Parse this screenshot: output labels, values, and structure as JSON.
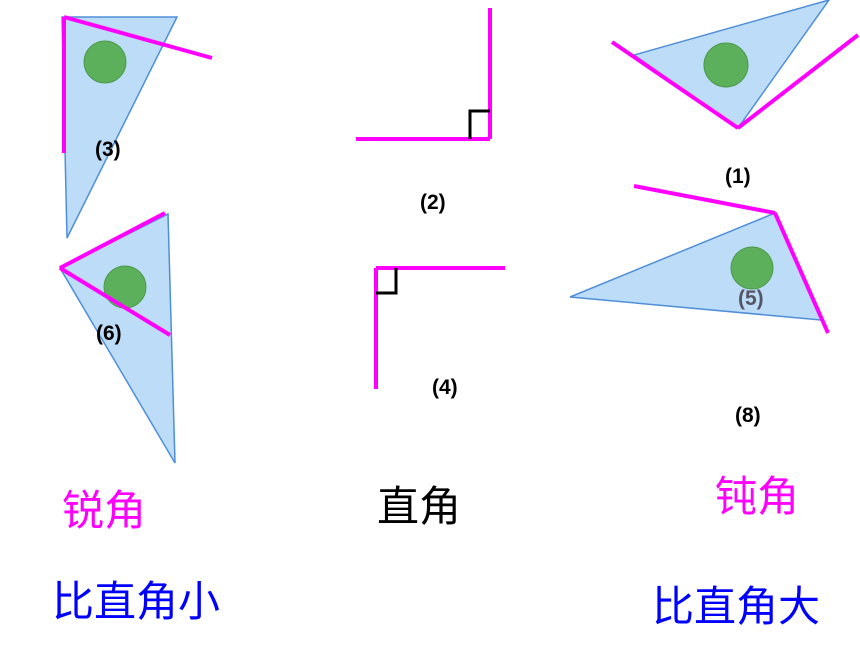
{
  "colors": {
    "ray": "#ff00ff",
    "triangle_fill": "#bcdcf8",
    "triangle_stroke": "#4f8fd8",
    "disc_fill": "#5cb05c",
    "right_angle_marker": "#000000",
    "acute_label": "#ff00ff",
    "right_label": "#000000",
    "obtuse_label": "#ff00ff",
    "caption": "#0000ff"
  },
  "angles": [
    {
      "id": "3",
      "label": "(3)",
      "kind": "acute"
    },
    {
      "id": "6",
      "label": "(6)",
      "kind": "acute"
    },
    {
      "id": "2",
      "label": "(2)",
      "kind": "right"
    },
    {
      "id": "4",
      "label": "(4)",
      "kind": "right"
    },
    {
      "id": "1",
      "label": "(1)",
      "kind": "obtuse"
    },
    {
      "id": "5",
      "label": "(5)",
      "kind": "obtuse"
    },
    {
      "id": "8",
      "label": "(8)",
      "kind": "unshown"
    }
  ],
  "categories": {
    "acute": "锐角",
    "right": "直角",
    "obtuse": "钝角"
  },
  "captions": {
    "smaller": "比直角小",
    "larger": "比直角大"
  }
}
